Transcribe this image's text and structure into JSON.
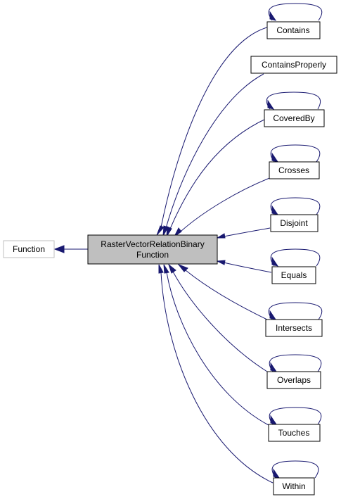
{
  "diagram": {
    "base_class": "Function",
    "main_class_lines": [
      "RasterVectorRelationBinary",
      "Function"
    ],
    "subclasses": [
      "Contains",
      "ContainsProperly",
      "CoveredBy",
      "Crosses",
      "Disjoint",
      "Equals",
      "Intersects",
      "Overlaps",
      "Touches",
      "Within"
    ],
    "colors": {
      "edge": "#191970",
      "main_fill": "#bfbfbf",
      "external_border": "#bfbfbf"
    }
  }
}
